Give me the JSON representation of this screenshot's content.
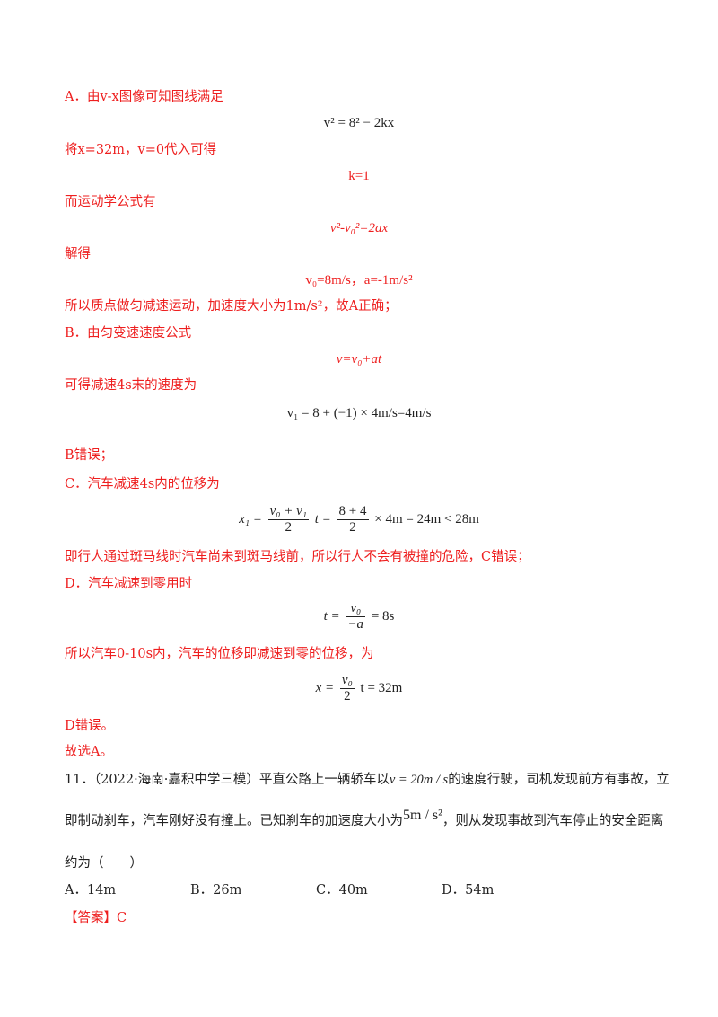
{
  "A": {
    "intro": "A．由v-x图像可知图线满足",
    "eq1": "v² = 8² − 2kx",
    "sub_text": "将x=32m，v=0代入可得",
    "eq2": "k=1",
    "kin_text": "而运动学公式有",
    "eq3": "v²-v₀²=2ax",
    "solve_text": "解得",
    "eq4": "v₀=8m/s，a=-1m/s²",
    "conclusion": "所以质点做匀减速运动，加速度大小为1m/s²，故A正确；"
  },
  "B": {
    "intro": "B．由匀变速速度公式",
    "eq1": "v=v₀+at",
    "text2": "可得减速4s末的速度为",
    "eq2": "v₁ = 8 + (−1) × 4m/s=4m/s",
    "verdict": "B错误；"
  },
  "C": {
    "intro": "C．汽车减速4s内的位移为",
    "eq_lhs": "x₁ =",
    "eq_f1_num": "v₀ + v₁",
    "eq_f1_den": "2",
    "eq_mid": "t =",
    "eq_f2_num": "8 + 4",
    "eq_f2_den": "2",
    "eq_rhs": "× 4m = 24m < 28m",
    "conclusion": "即行人通过斑马线时汽车尚未到斑马线前，所以行人不会有被撞的危险，C错误；"
  },
  "D": {
    "intro": "D．汽车减速到零用时",
    "eq1_lhs": "t =",
    "eq1_num": "v₀",
    "eq1_den": "−a",
    "eq1_rhs": "= 8s",
    "text2": "所以汽车0-10s内，汽车的位移即减速到零的位移，为",
    "eq2_lhs": "x =",
    "eq2_num": "v₀",
    "eq2_den": "2",
    "eq2_rhs": "t = 32m",
    "verdict": "D错误。"
  },
  "final": "故选A。",
  "question": {
    "line1_a": "11．（2022·海南·嘉积中学三模）平直公路上一辆轿车以",
    "line1_eq": "v = 20m / s",
    "line1_b": "的速度行驶，司机发现前方有事故，立",
    "line2_a": "即制动刹车，汽车刚好没有撞上。已知刹车的加速度大小为",
    "line2_eq": "5m / s²",
    "line2_b": "，则从发现事故到汽车停止的安全距离",
    "line3": "约为（　　）",
    "options": [
      "A．14m",
      "B．26m",
      "C．40m",
      "D．54m"
    ]
  },
  "answer_label": "【答案】",
  "answer_value": "C",
  "colors": {
    "solution": "#ee1f1f",
    "question": "#222222"
  }
}
